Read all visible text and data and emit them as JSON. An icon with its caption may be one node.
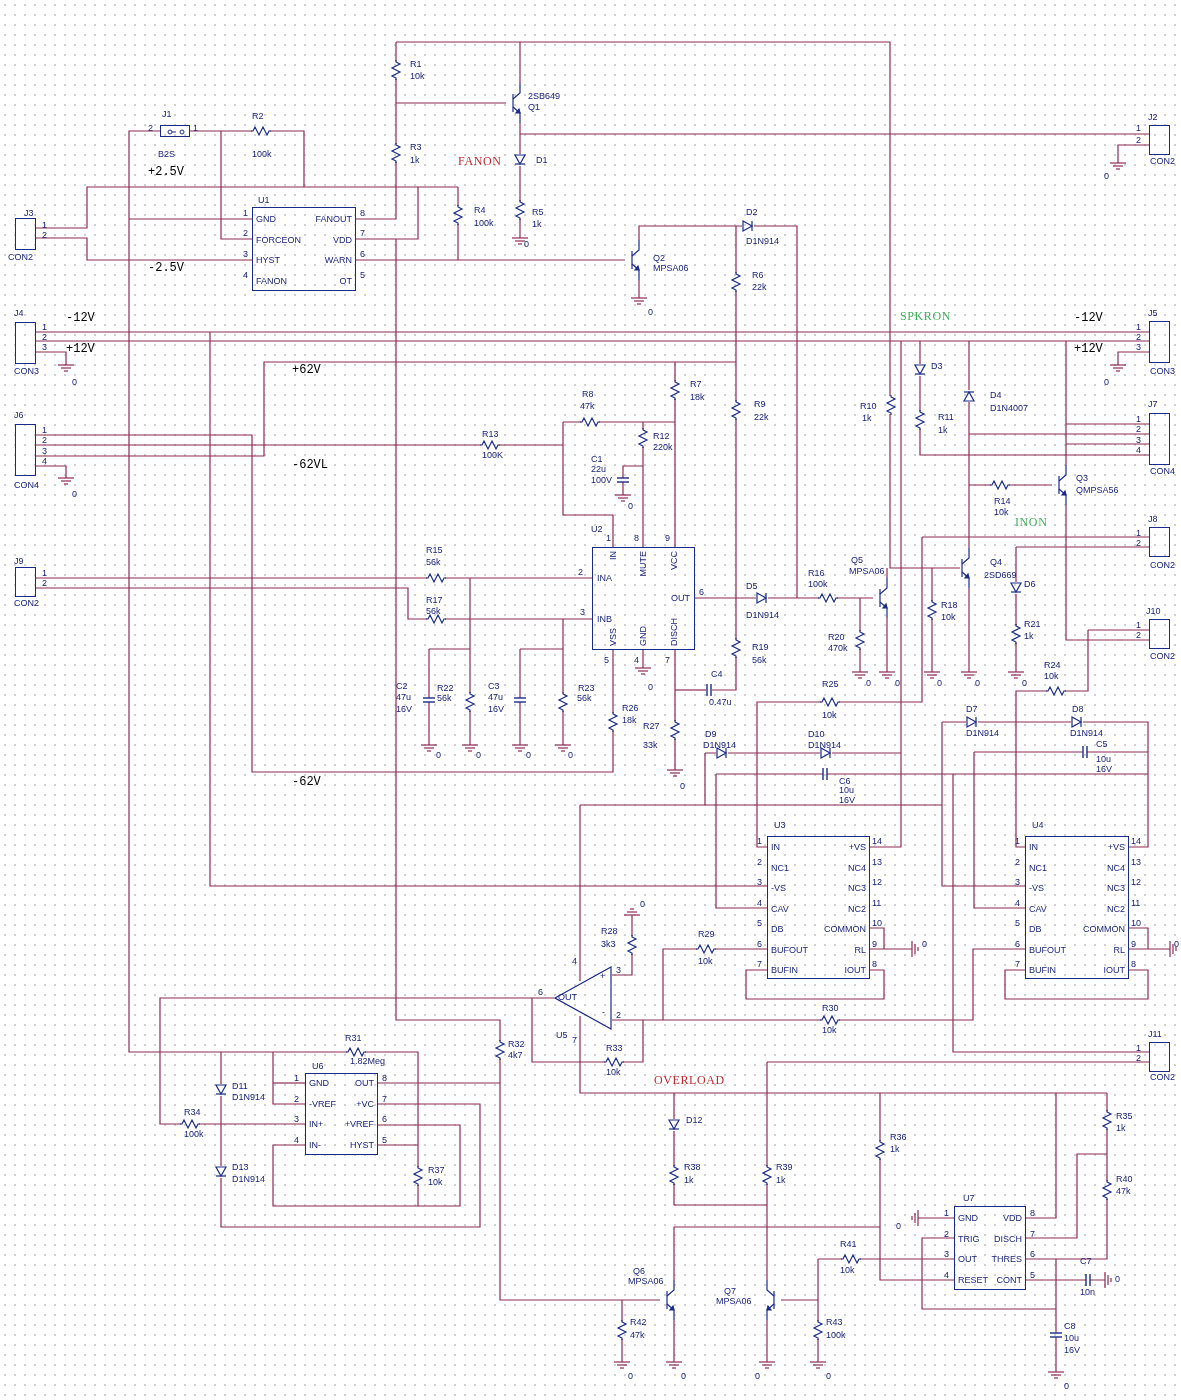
{
  "diagram": {
    "nodes": [
      {
        "text": [],
        "shape": "box"
      },
      {
        "text": [],
        "shape": "box"
      },
      {
        "text": [],
        "shape": "box"
      },
      {
        "text": [
          "GND",
          "FORCEON",
          "HYST",
          "FANON",
          "FANOUT",
          "VDD",
          "WARN",
          "OT"
        ]
      },
      {
        "text": [],
        "shape": "box"
      },
      {
        "text": [],
        "shape": "box"
      },
      {
        "text": [],
        "shape": "box"
      },
      {
        "text": [],
        "shape": "box"
      },
      {
        "text": [
          "IN",
          "MUTE",
          "VCC",
          "INA",
          "OUT",
          "INB",
          "VSS",
          "GND",
          "DISCH"
        ]
      },
      {
        "text": [],
        "shape": "box"
      },
      {
        "text": [],
        "shape": "box"
      },
      {
        "text": [],
        "shape": "box"
      },
      {
        "text": [
          "IN",
          "NC1",
          "-VS",
          "CAV",
          "DB",
          "BUFOUT",
          "BUFIN",
          "+VS",
          "NC4",
          "NC3",
          "NC2",
          "COMMON",
          "RL",
          "IOUT"
        ]
      },
      {
        "text": [
          "IN",
          "NC1",
          "-VS",
          "CAV",
          "DB",
          "BUFOUT",
          "BUFIN",
          "+VS",
          "NC4",
          "NC3",
          "NC2",
          "COMMON",
          "RL",
          "IOUT"
        ]
      },
      {
        "text": [
          "OUT",
          "+",
          "-"
        ]
      },
      {
        "text": [],
        "shape": "box"
      },
      {
        "text": [
          "GND",
          "-VREF",
          "IN+",
          "IN-",
          "OUT",
          "+VC",
          "+VREF",
          "HYST"
        ]
      },
      {
        "text": [
          "GND",
          "TRIG",
          "OUT",
          "RESET",
          "VDD",
          "DISCH",
          "THRES",
          "CONT"
        ]
      }
    ],
    "labels": [
      "R1",
      "10k",
      "2SB649",
      "Q1",
      "J1",
      "2",
      "1",
      "R2",
      "B2S",
      "100k",
      "R3",
      "1k",
      "FANON",
      "D1",
      "+2.5V",
      "J2",
      "1",
      "2",
      "CON2",
      "0",
      "U1",
      "R4",
      "100k",
      "R5",
      "1k",
      "0",
      "J3",
      "1",
      "2",
      "CON2",
      "8",
      "7",
      "6",
      "5",
      "1",
      "2",
      "3",
      "4",
      "D2",
      "D1N914",
      "-2.5V",
      "Q2",
      "MPSA06",
      "R6",
      "22k",
      "J4",
      "-12V",
      "0",
      "SPKRON",
      "-12V",
      "J5",
      "1",
      "1",
      "2",
      "2",
      "3",
      "+12V",
      "+12V",
      "3",
      "CON3",
      "CON3",
      "0",
      "0",
      "+62V",
      "D3",
      "R7",
      "18k",
      "D4",
      "D1N4007",
      "R8",
      "47k",
      "R9",
      "22k",
      "R10",
      "1k",
      "R11",
      "1k",
      "J6",
      "1",
      "2",
      "3",
      "4",
      "J7",
      "1",
      "2",
      "3",
      "4",
      "R13",
      "100K",
      "R12",
      "220k",
      "C1",
      "22u",
      "100V",
      "-62VL",
      "CON4",
      "CON4",
      "0",
      "Q3",
      "QMPSA56",
      "0",
      "R14",
      "10k",
      "INON",
      "U2",
      "1",
      "8",
      "9",
      "R15",
      "J8",
      "1",
      "2",
      "J9",
      "56k",
      "Q5",
      "Q4",
      "1",
      "2",
      "R16",
      "MPSA06",
      "2SD669",
      "CON2",
      "2",
      "6",
      "D5",
      "100k",
      "D6",
      "CON2",
      "R17",
      "56k",
      "3",
      "D1N914",
      "R18",
      "10k",
      "J10",
      "R21",
      "1",
      "R20",
      "1k",
      "2",
      "R19",
      "470k",
      "5",
      "4",
      "7",
      "56k",
      "CON2",
      "C4",
      "R24",
      "R25",
      "0",
      "0",
      "0",
      "0",
      "0",
      "10k",
      "C2",
      "R22",
      "C3",
      "R23",
      "0",
      "47u",
      "56k",
      "47u",
      "56k",
      "16V",
      "16V",
      "R26",
      "0.47u",
      "10k",
      "D7",
      "D8",
      "18k",
      "R27",
      "D9",
      "D10",
      "D1N914",
      "D1N914",
      "33k",
      "D1N914",
      "D1N914",
      "C5",
      "0",
      "0",
      "0",
      "0",
      "10u",
      "16V",
      "-62V",
      "0",
      "C6",
      "10u",
      "16V",
      "U3",
      "1",
      "2",
      "3",
      "4",
      "5",
      "6",
      "7",
      "14",
      "13",
      "12",
      "11",
      "10",
      "9",
      "8",
      "0",
      "U4",
      "1",
      "2",
      "3",
      "4",
      "5",
      "6",
      "7",
      "14",
      "13",
      "12",
      "11",
      "10",
      "9",
      "8",
      "0",
      "0",
      "R28",
      "3k3",
      "R29",
      "4",
      "10k",
      "3",
      "6",
      "R30",
      "2",
      "10k",
      "R31",
      "R32",
      "U5",
      "7",
      "4k7",
      "R33",
      "J11",
      "1",
      "2",
      "U6",
      "1.82Meg",
      "10k",
      "1",
      "2",
      "3",
      "4",
      "8",
      "7",
      "6",
      "5",
      "OVERLOAD",
      "CON2",
      "D11",
      "D1N914",
      "R34",
      "100k",
      "R35",
      "1k",
      "D12",
      "R36",
      "1k",
      "D13",
      "D1N914",
      "R37",
      "10k",
      "R38",
      "1k",
      "R39",
      "1k",
      "R40",
      "47k",
      "U7",
      "0",
      "1",
      "2",
      "3",
      "4",
      "8",
      "7",
      "6",
      "5",
      "R41",
      "10k",
      "C7",
      "10n",
      "0",
      "Q6",
      "MPSA06",
      "Q7",
      "MPSA06",
      "R42",
      "47k",
      "R43",
      "100k",
      "C8",
      "10u",
      "16V",
      "0",
      "0",
      "0",
      "0",
      "0"
    ]
  }
}
